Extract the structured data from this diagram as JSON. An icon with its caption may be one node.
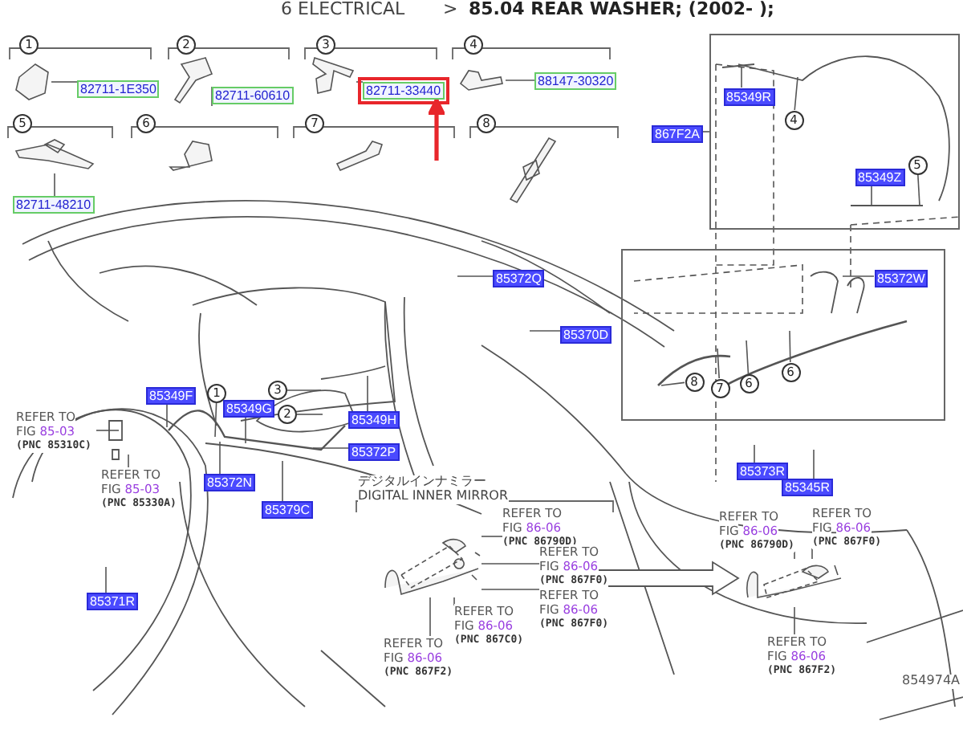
{
  "diagram": {
    "title": "85.04 REAR WASHER; (2002- );",
    "nodes": [
      {
        "text": [
          "82711-1E350"
        ]
      },
      {
        "text": [
          "82711-60610"
        ]
      },
      {
        "text": [
          "82711-33440"
        ]
      },
      {
        "text": [
          "88147-30320"
        ]
      },
      {
        "text": [
          "82711-48210"
        ]
      },
      {
        "text": [],
        "shape": "box"
      },
      {
        "text": [
          "85349R"
        ],
        "in": 5
      },
      {
        "text": [
          "4"
        ],
        "in": 5
      },
      {
        "text": [
          "85349Z"
        ],
        "in": 5
      },
      {
        "text": [
          "5"
        ],
        "in": 5
      },
      {
        "text": [
          "867F2A"
        ]
      },
      {
        "text": [
          "85372Q"
        ]
      },
      {
        "text": [
          "85370D"
        ]
      },
      {
        "text": [],
        "shape": "box"
      },
      {
        "text": [
          "85372W"
        ],
        "in": 13
      },
      {
        "text": [
          "8"
        ],
        "in": 13
      },
      {
        "text": [
          "7"
        ],
        "in": 13
      },
      {
        "text": [
          "6"
        ],
        "in": 13
      },
      {
        "text": [
          "6"
        ],
        "in": 13
      },
      {
        "text": [
          "85349F"
        ]
      },
      {
        "text": [
          "1"
        ]
      },
      {
        "text": [
          "85349G"
        ]
      },
      {
        "text": [
          "3"
        ]
      },
      {
        "text": [
          "2"
        ]
      },
      {
        "text": [
          "85349H"
        ]
      },
      {
        "text": [
          "85372P"
        ]
      },
      {
        "text": [
          "85372N"
        ]
      },
      {
        "text": [
          "85379C"
        ]
      },
      {
        "text": [
          "85373R"
        ]
      },
      {
        "text": [
          "85345R"
        ]
      },
      {
        "text": [
          "REFER TO FIG",
          "85-03",
          "(PNC 85310C)"
        ]
      },
      {
        "text": [
          "REFER TO FIG",
          "85-03",
          "(PNC 85330A)"
        ]
      },
      {
        "text": [
          "85371R"
        ]
      },
      {
        "text": [
          "REFER TO FIG",
          "86-06",
          "(PNC 86790D)"
        ]
      },
      {
        "text": [
          "REFER TO FIG",
          "86-06",
          "(PNC 867F0)"
        ]
      },
      {
        "text": [
          "REFER TO FIG",
          "86-06",
          "(PNC 867C0)"
        ]
      },
      {
        "text": [
          "REFER TO FIG",
          "86-06",
          "(PNC 867F0)"
        ]
      },
      {
        "text": [
          "REFER TO FIG",
          "86-06",
          "(PNC 867F2)"
        ]
      },
      {
        "text": [
          "REFER TO FIG",
          "86-06",
          "(PNC 86790D)"
        ]
      },
      {
        "text": [
          "REFER TO FIG",
          "86-06",
          "(PNC 867F0)"
        ]
      },
      {
        "text": [
          "REFER TO FIG",
          "86-06",
          "(PNC 867F2)"
        ]
      },
      {
        "text": [
          "1"
        ]
      },
      {
        "text": [
          "2"
        ]
      },
      {
        "text": [
          "3"
        ]
      },
      {
        "text": [
          "4"
        ]
      },
      {
        "text": [
          "5"
        ]
      },
      {
        "text": [
          "6"
        ]
      },
      {
        "text": [
          "7"
        ]
      },
      {
        "text": [
          "8"
        ]
      },
      {
        "text": [],
        "shape": "picture"
      },
      {
        "text": [],
        "shape": "picture"
      },
      {
        "text": [],
        "shape": "picture"
      },
      {
        "text": [],
        "shape": "picture"
      },
      {
        "text": [],
        "shape": "picture"
      },
      {
        "text": [],
        "shape": "picture"
      },
      {
        "text": [],
        "shape": "picture"
      },
      {
        "text": [],
        "shape": "picture"
      },
      {
        "text": [],
        "shape": "picture"
      },
      {
        "text": [],
        "shape": "picture"
      }
    ],
    "edges": [
      {
        "from": 0,
        "to": 49,
        "arrow": "none"
      },
      {
        "from": 1,
        "to": 50,
        "arrow": "none"
      },
      {
        "from": 2,
        "to": 51,
        "arrow": "none"
      },
      {
        "from": 3,
        "to": 52,
        "arrow": "none"
      },
      {
        "from": 4,
        "to": 53,
        "arrow": "none"
      },
      {
        "from": 6,
        "to": null,
        "arrow": "none"
      },
      {
        "from": 7,
        "to": null,
        "arrow": "none"
      },
      {
        "from": 8,
        "to": null,
        "arrow": "none"
      },
      {
        "from": 9,
        "to": null,
        "arrow": "none"
      },
      {
        "from": 10,
        "to": 5,
        "arrow": "none"
      },
      {
        "from": 11,
        "to": null,
        "arrow": "none"
      },
      {
        "from": 12,
        "to": null,
        "arrow": "none"
      },
      {
        "from": 14,
        "to": null,
        "arrow": "none"
      },
      {
        "from": 15,
        "to": null,
        "arrow": "none"
      },
      {
        "from": 16,
        "to": null,
        "arrow": "none"
      },
      {
        "from": 17,
        "to": null,
        "arrow": "none"
      },
      {
        "from": 18,
        "to": null,
        "arrow": "none"
      },
      {
        "from": 19,
        "to": null,
        "arrow": "none"
      },
      {
        "from": 20,
        "to": null,
        "arrow": "none"
      },
      {
        "from": 21,
        "to": null,
        "arrow": "none"
      },
      {
        "from": 22,
        "to": null,
        "arrow": "none"
      },
      {
        "from": 23,
        "to": null,
        "arrow": "none"
      },
      {
        "from": 24,
        "to": null,
        "arrow": "none"
      },
      {
        "from": 25,
        "to": null,
        "arrow": "none"
      },
      {
        "from": 26,
        "to": null,
        "arrow": "none"
      },
      {
        "from": 27,
        "to": null,
        "arrow": "none"
      },
      {
        "from": 28,
        "to": null,
        "arrow": "none"
      },
      {
        "from": 29,
        "to": null,
        "arrow": "none"
      },
      {
        "from": 30,
        "to": null,
        "arrow": "none"
      },
      {
        "from": 31,
        "to": null,
        "arrow": "none"
      },
      {
        "from": 32,
        "to": null,
        "arrow": "none"
      },
      {
        "from": 33,
        "to": 57,
        "arrow": "none"
      },
      {
        "from": 34,
        "to": 57,
        "arrow": "none"
      },
      {
        "from": 35,
        "to": 57,
        "arrow": "none"
      },
      {
        "from": 36,
        "to": 57,
        "arrow": "none"
      },
      {
        "from": 37,
        "to": 57,
        "arrow": "none"
      },
      {
        "from": 38,
        "to": 58,
        "arrow": "none"
      },
      {
        "from": 39,
        "to": 58,
        "arrow": "none"
      },
      {
        "from": 40,
        "to": 58,
        "arrow": "none"
      },
      {
        "from": null,
        "to": 2,
        "arrow": "to",
        "style": "thick",
        "color": "#e8262b"
      },
      {
        "from": 57,
        "to": 58,
        "arrow": "to"
      }
    ],
    "labels": [
      "6 ELECTRICAL",
      ">",
      "デジタルインナミラー",
      "DIGITAL INNER MIRROR",
      "854974A"
    ]
  }
}
